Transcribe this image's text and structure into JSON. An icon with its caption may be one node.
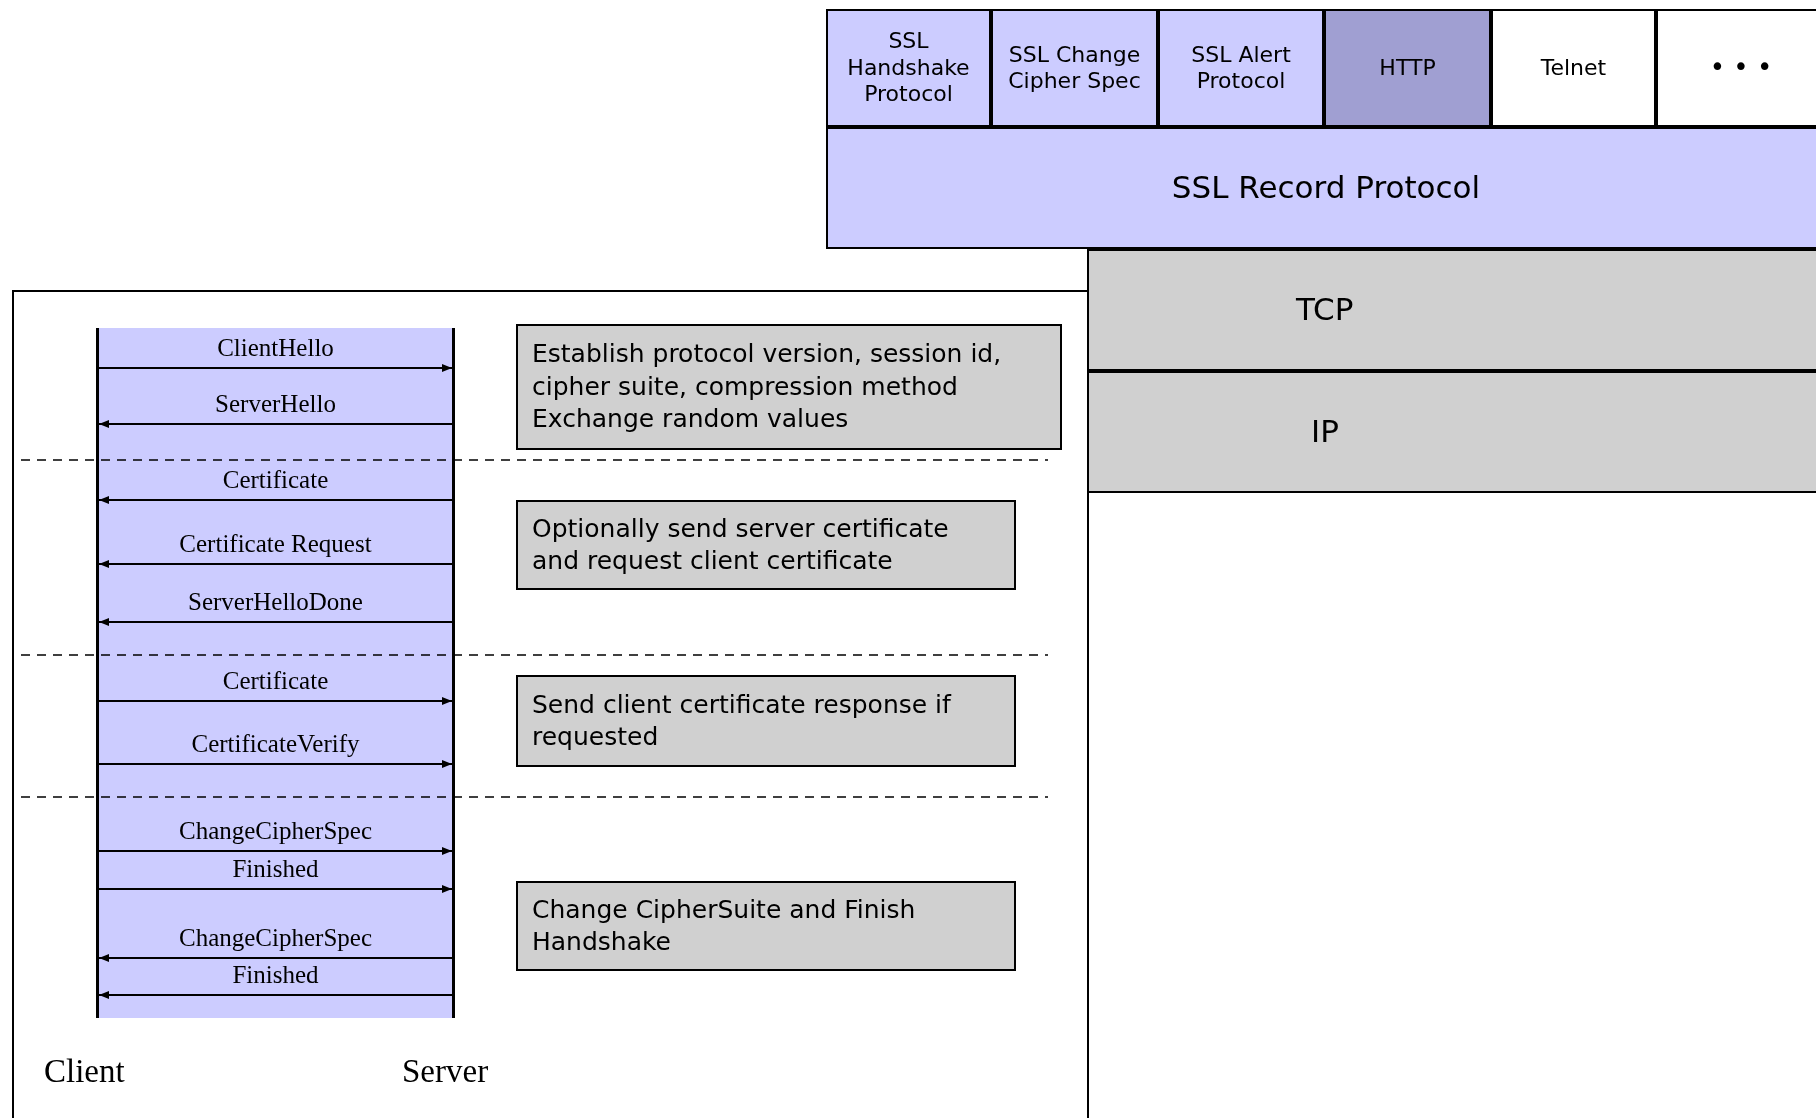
{
  "diagram": {
    "nodes": [
      {
        "text": [
          "SSL Handshake Protocol"
        ]
      },
      {
        "text": [
          "SSL Change Cipher Spec"
        ]
      },
      {
        "text": [
          "SSL Alert Protocol"
        ]
      },
      {
        "text": [
          "HTTP"
        ]
      },
      {
        "text": [
          "Telnet"
        ]
      },
      {
        "text": [
          "• • •"
        ]
      },
      {
        "text": [
          "SSL Record Protocol"
        ]
      },
      {
        "text": [
          "TCP"
        ]
      },
      {
        "text": [
          "IP"
        ]
      },
      {
        "text": [],
        "shape": "bar",
        "beside": [
          "Client"
        ]
      },
      {
        "text": [],
        "shape": "bar",
        "beside": [
          "Server"
        ]
      },
      {
        "text": [
          "Establish protocol version, session id, cipher suite, compression method",
          "Exchange random values"
        ]
      },
      {
        "text": [
          "Optionally send server certificate and request client certificate"
        ]
      },
      {
        "text": [
          "Send client certificate response if requested"
        ]
      },
      {
        "text": [
          "Change CipherSuite and Finish Handshake"
        ]
      }
    ],
    "edges": [
      {
        "from": 9,
        "to": 10,
        "arrow": "to",
        "label": "ClientHello"
      },
      {
        "from": 10,
        "to": 9,
        "arrow": "to",
        "label": "ServerHello"
      },
      {
        "from": 10,
        "to": 9,
        "arrow": "to",
        "label": "Certificate"
      },
      {
        "from": 10,
        "to": 9,
        "arrow": "to",
        "label": "Certificate Request"
      },
      {
        "from": 10,
        "to": 9,
        "arrow": "to",
        "label": "ServerHelloDone"
      },
      {
        "from": 9,
        "to": 10,
        "arrow": "to",
        "label": "Certificate"
      },
      {
        "from": 9,
        "to": 10,
        "arrow": "to",
        "label": "CertificateVerify"
      },
      {
        "from": 9,
        "to": 10,
        "arrow": "to",
        "label": "ChangeCipherSpec"
      },
      {
        "from": 9,
        "to": 10,
        "arrow": "to",
        "label": "Finished"
      },
      {
        "from": 10,
        "to": 9,
        "arrow": "to",
        "label": "ChangeCipherSpec"
      },
      {
        "from": 10,
        "to": 9,
        "arrow": "to",
        "label": "Finished"
      }
    ]
  }
}
